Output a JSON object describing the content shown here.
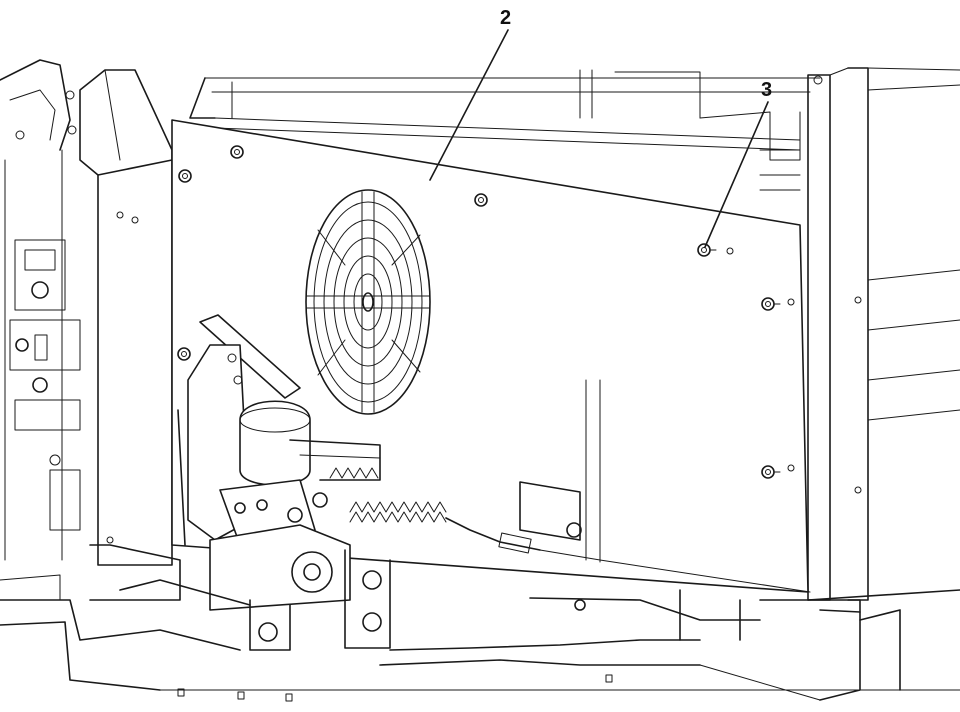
{
  "diagram": {
    "callouts": [
      {
        "id": "2",
        "label": "2"
      },
      {
        "id": "3",
        "label": "3"
      }
    ],
    "colors": {
      "line": "#1a1a1a",
      "background": "#ffffff",
      "shade": "#e6e6e6"
    }
  }
}
